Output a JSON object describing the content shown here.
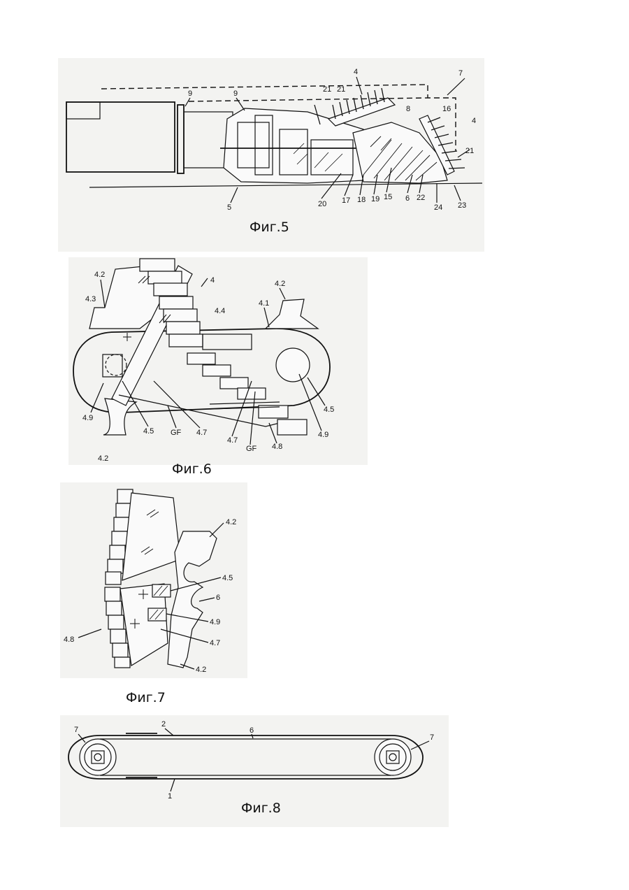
{
  "figures": {
    "fig5": {
      "caption": "Фиг.5",
      "labels": [
        "4",
        "7",
        "21",
        "21",
        "9",
        "9",
        "8",
        "16",
        "4",
        "21",
        "20",
        "17",
        "18",
        "19",
        "15",
        "6",
        "22",
        "24",
        "23",
        "5"
      ]
    },
    "fig6": {
      "caption": "Фиг.6",
      "labels": [
        "4.2",
        "4",
        "4.2",
        "4.3",
        "4.1",
        "4.4",
        "4.9",
        "4.5",
        "GF",
        "4.7",
        "4.7",
        "GF",
        "4.8",
        "4.5",
        "4.9",
        "4.2"
      ]
    },
    "fig7": {
      "caption": "Фиг.7",
      "labels": [
        "4.2",
        "4.5",
        "6",
        "4.9",
        "4.7",
        "4.8",
        "4.2"
      ]
    },
    "fig8": {
      "caption": "Фиг.8",
      "labels": [
        "7",
        "2",
        "6",
        "7",
        "1"
      ]
    }
  },
  "colors": {
    "ink": "#111111",
    "paper": "#f3f3f1"
  }
}
